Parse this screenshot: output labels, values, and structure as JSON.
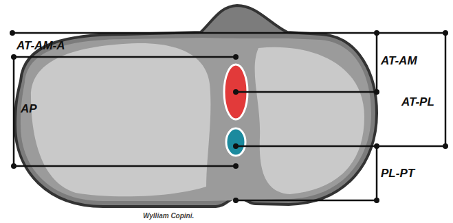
{
  "diagram": {
    "labels": [
      "AT-AM-A",
      "AP",
      "AT-AM",
      "AT-PL",
      "PL-PT",
      "Wylliam Copini."
    ]
  }
}
